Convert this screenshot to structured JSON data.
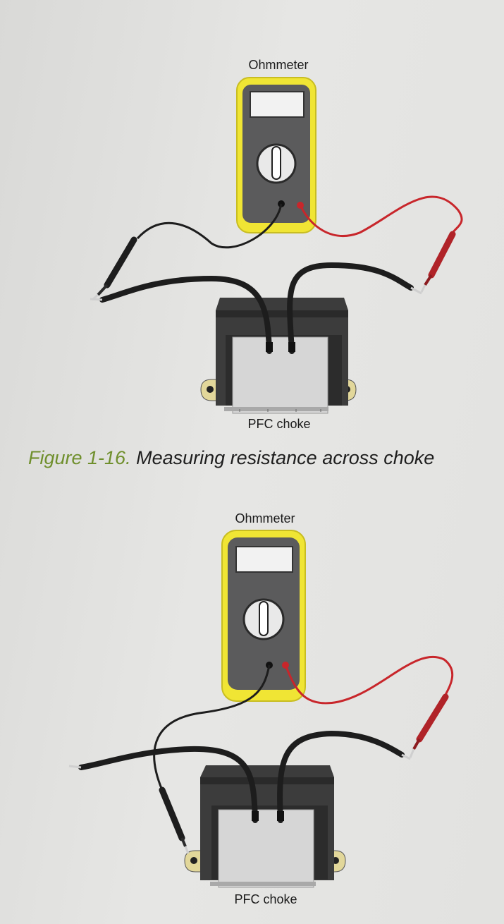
{
  "figure1": {
    "meter_label": "Ohmmeter",
    "choke_label": "PFC choke",
    "caption_number": "Figure 1-16.",
    "caption_text": " Measuring resistance across choke"
  },
  "figure2": {
    "meter_label": "Ohmmeter",
    "choke_label": "PFC choke"
  },
  "colors": {
    "meter_body": "#f0e534",
    "meter_face": "#5b5b5c",
    "red_lead": "#c8262b",
    "black_lead": "#1d1d1d",
    "choke_core": "#3c3c3c",
    "choke_winding": "#d6d6d6",
    "mount_tab": "#e2d79a",
    "caption_accent": "#6f8f2c"
  }
}
